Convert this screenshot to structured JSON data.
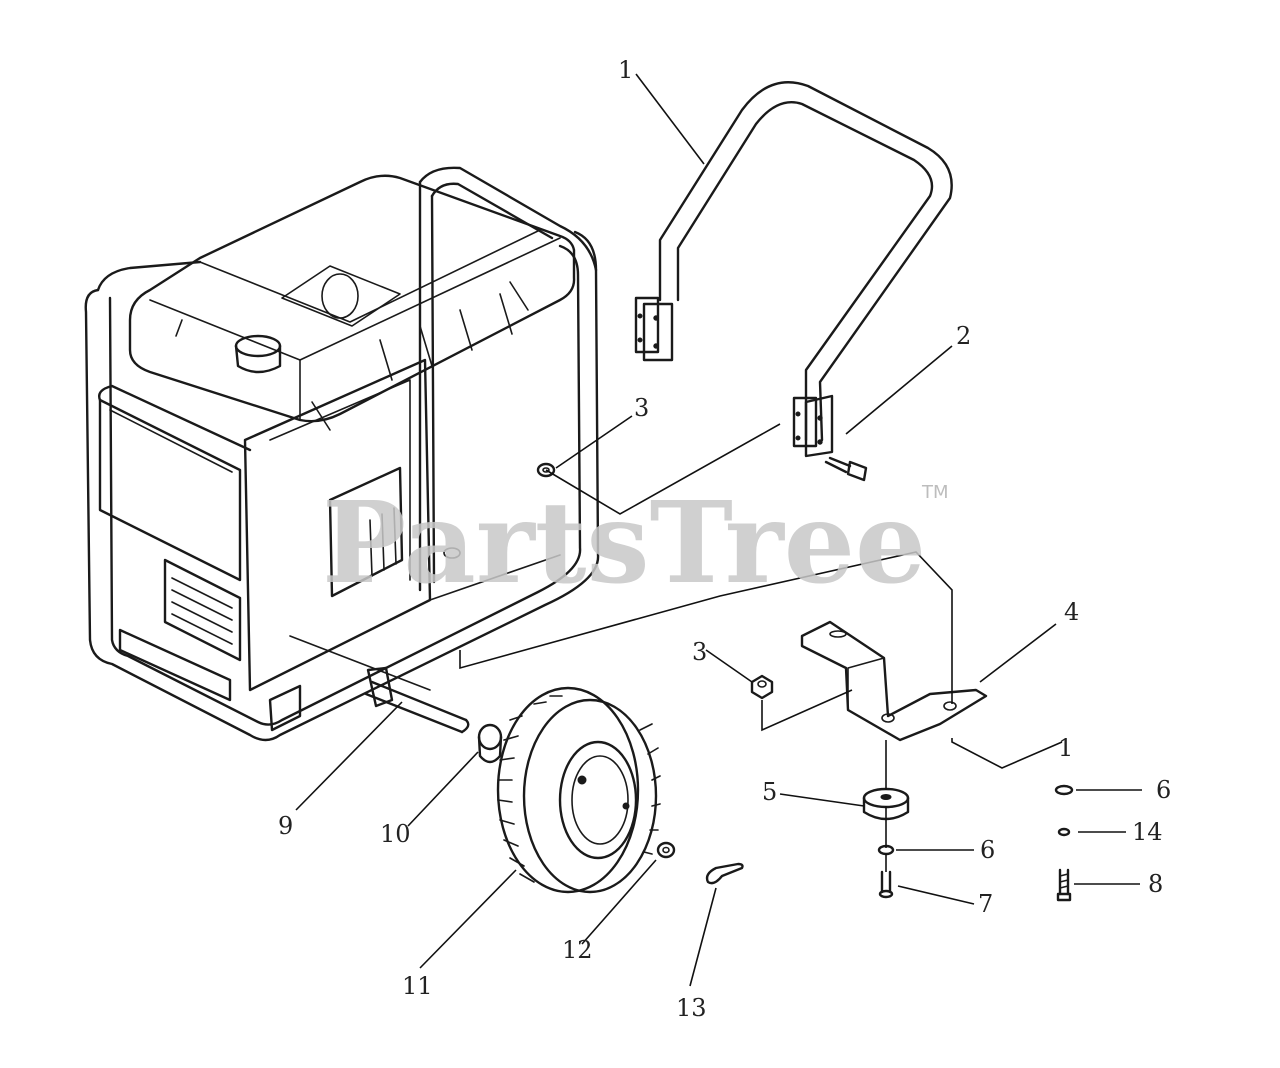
{
  "watermark": {
    "text": "PartsTree",
    "trademark": "TM"
  },
  "callouts": [
    {
      "id": "c1a",
      "label": "1"
    },
    {
      "id": "c2",
      "label": "2"
    },
    {
      "id": "c3a",
      "label": "3"
    },
    {
      "id": "c3b",
      "label": "3"
    },
    {
      "id": "c4",
      "label": "4"
    },
    {
      "id": "c1b",
      "label": "1"
    },
    {
      "id": "c5",
      "label": "5"
    },
    {
      "id": "c6a",
      "label": "6"
    },
    {
      "id": "c6b",
      "label": "6"
    },
    {
      "id": "c14",
      "label": "14"
    },
    {
      "id": "c7",
      "label": "7"
    },
    {
      "id": "c8",
      "label": "8"
    },
    {
      "id": "c9",
      "label": "9"
    },
    {
      "id": "c10",
      "label": "10"
    },
    {
      "id": "c11",
      "label": "11"
    },
    {
      "id": "c12",
      "label": "12"
    },
    {
      "id": "c13",
      "label": "13"
    }
  ]
}
